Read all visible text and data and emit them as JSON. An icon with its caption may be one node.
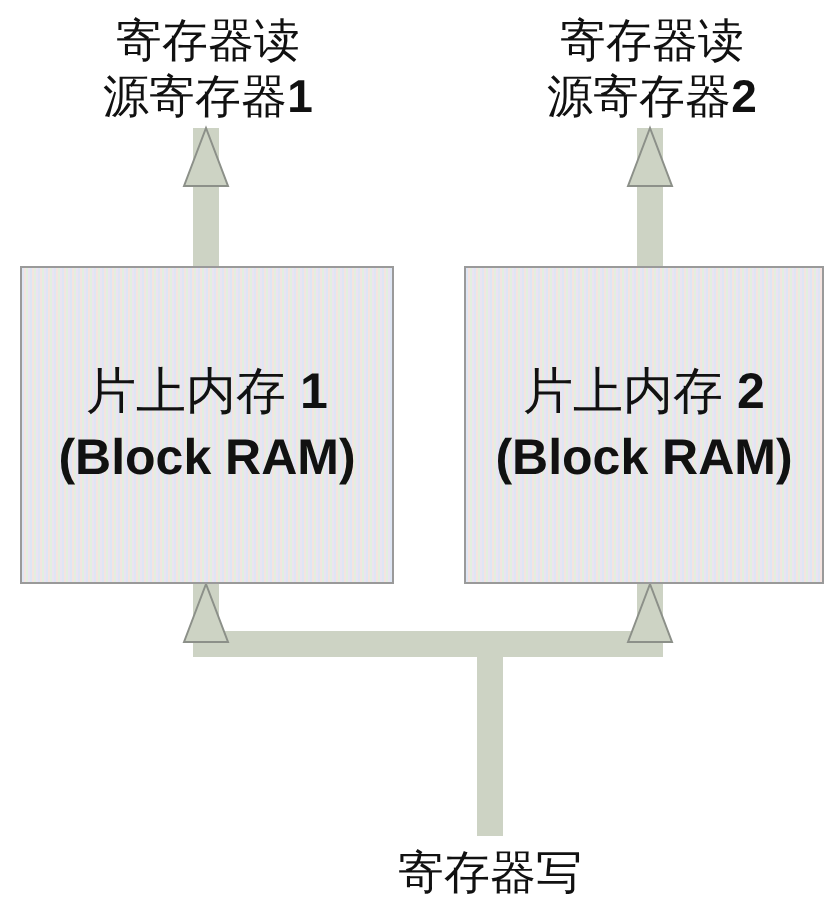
{
  "diagram": {
    "nodes": [
      {
        "text": [
          "寄存器读源寄存器**1**"
        ]
      },
      {
        "text": [
          "寄存器读源寄存器**2**"
        ]
      },
      {
        "text": [
          "片上内存 **1 (Block RAM)**"
        ]
      },
      {
        "text": [
          "片上内存 **2 (Block RAM)**"
        ]
      },
      {
        "text": [
          "寄存器写"
        ]
      }
    ],
    "edges": [
      {
        "from": 2,
        "to": 0,
        "arrow": "to"
      },
      {
        "from": 3,
        "to": 1,
        "arrow": "to"
      },
      {
        "from": 4,
        "to": 2,
        "arrow": "to"
      },
      {
        "from": 4,
        "to": 3,
        "arrow": "to"
      }
    ]
  }
}
